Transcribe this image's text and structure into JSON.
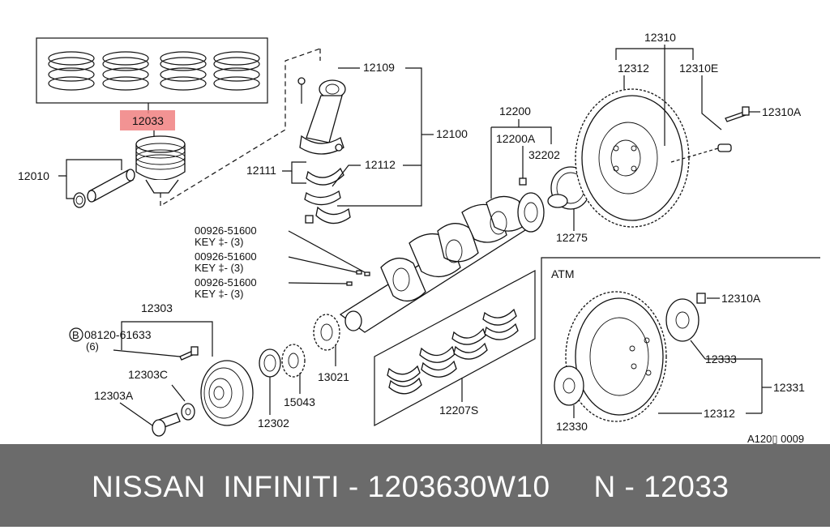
{
  "labels": {
    "p12033": "12033",
    "p12010": "12010",
    "p12109": "12109",
    "p12100": "12100",
    "p12111": "12111",
    "p12112": "12112",
    "p12200": "12200",
    "p12200a": "12200A",
    "p32202": "32202",
    "p12275": "12275",
    "p12310": "12310",
    "p12312_top": "12312",
    "p12310e": "12310E",
    "p12310a_top": "12310A",
    "key1_num": "00926-51600",
    "key1_desc": "KEY ‡-  (3)",
    "key2_num": "00926-51600",
    "key2_desc": "KEY ‡-  (3)",
    "key3_num": "00926-51600",
    "key3_desc": "KEY ‡-  (3)",
    "p12303": "12303",
    "bolt_circle": "B",
    "bolt_num": "08120-61633",
    "bolt_qty": "(6)",
    "p12303c": "12303C",
    "p12303a": "12303A",
    "p12302": "12302",
    "p15043": "15043",
    "p13021": "13021",
    "p12207s": "12207S",
    "atm": "ATM",
    "p12310a_atm": "12310A",
    "p12333": "12333",
    "p12331": "12331",
    "p12312_atm": "12312",
    "p12330": "12330",
    "fig_code": "A120▯ 0009"
  },
  "footer": {
    "text": "NISSAN  INFINITI - 1203630W10     N - 12033"
  },
  "colors": {
    "highlight": "#f08080",
    "footer_bg": "#6b6b6b",
    "footer_text": "#ffffff"
  }
}
